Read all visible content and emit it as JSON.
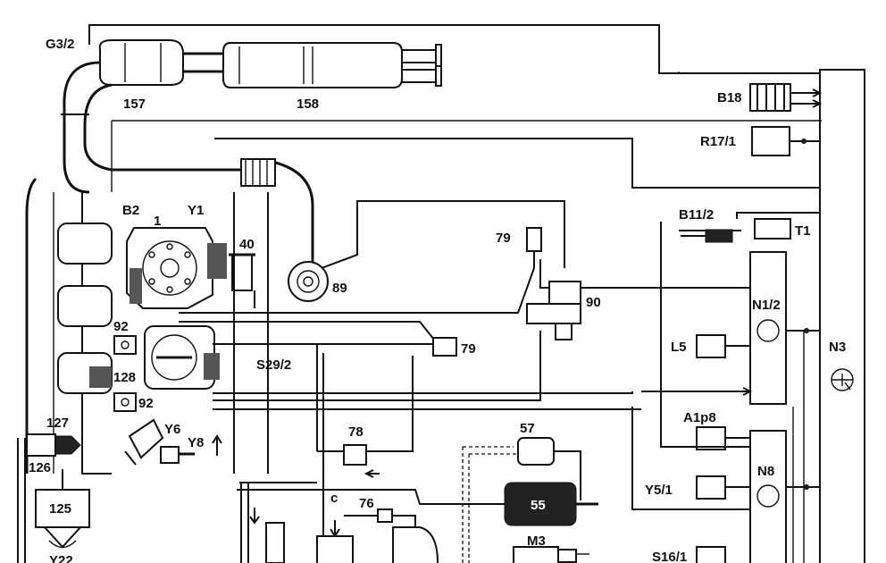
{
  "labels": {
    "g3_2": "G3/2",
    "c157": "157",
    "c158": "158",
    "b18": "B18",
    "r17_1": "R17/1",
    "b11_2": "B11/2",
    "t1": "T1",
    "b2": "B2",
    "n1": "1",
    "y1": "Y1",
    "c40": "40",
    "c79a": "79",
    "c89": "89",
    "c90": "90",
    "n1_2": "N1/2",
    "c92a": "92",
    "l5": "L5",
    "n3": "N3",
    "c79b": "79",
    "s29_2": "S29/2",
    "c128": "128",
    "c92b": "92",
    "a1p8": "A1p8",
    "c127": "127",
    "y6": "Y6",
    "y8": "Y8",
    "c78": "78",
    "c57": "57",
    "n8": "N8",
    "c126": "126",
    "y5_1": "Y5/1",
    "c125": "125",
    "c55": "55",
    "c_c": "c",
    "c76": "76",
    "m3": "M3",
    "s16_1": "S16/1",
    "y22": "Y22"
  }
}
